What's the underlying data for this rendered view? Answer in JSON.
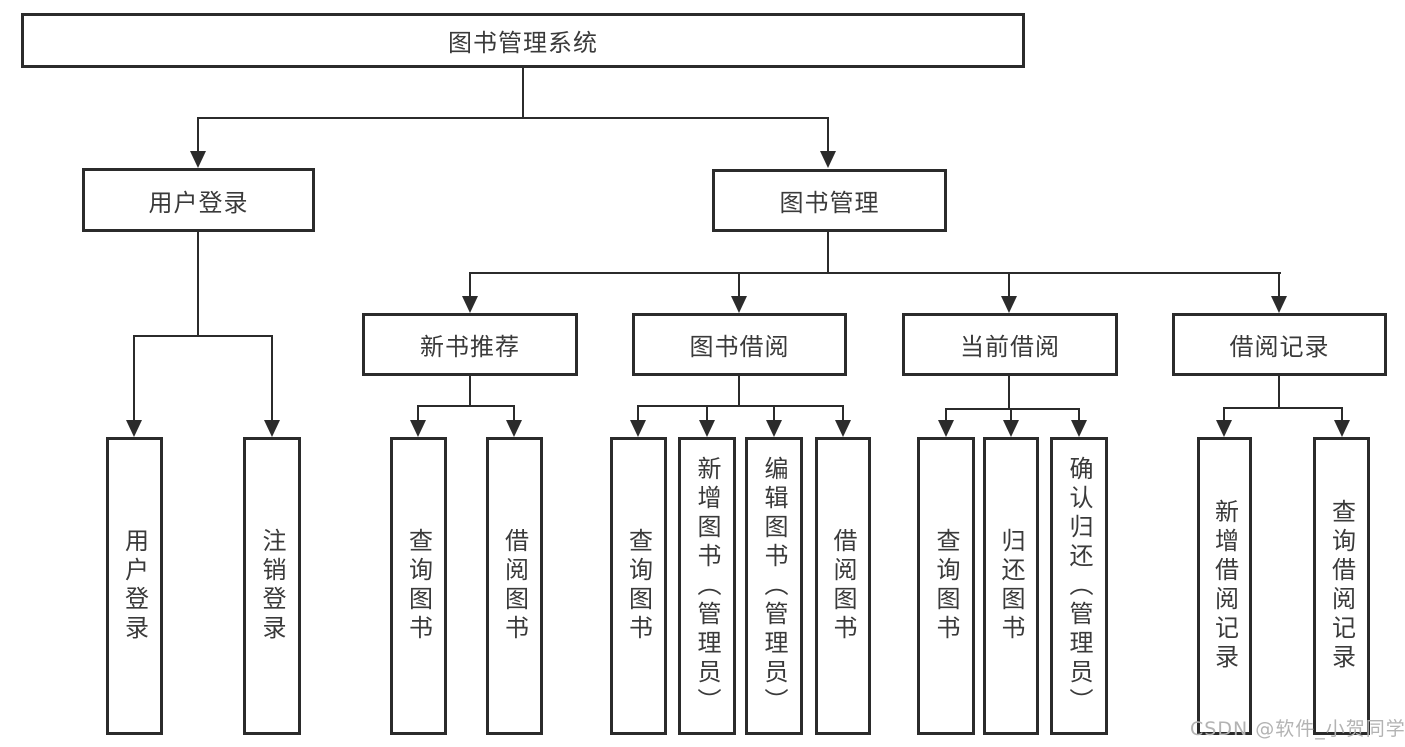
{
  "diagram_type": "hierarchy-flowchart",
  "colors": {
    "line": "#2b2b2b",
    "text": "#3a3a3a",
    "background": "#ffffff",
    "watermark": "#b3b3b3"
  },
  "tree": {
    "label": "图书管理系统",
    "children": [
      {
        "label": "用户登录",
        "children": [
          {
            "label": "用户登录"
          },
          {
            "label": "注销登录"
          }
        ]
      },
      {
        "label": "图书管理",
        "children": [
          {
            "label": "新书推荐",
            "children": [
              {
                "label": "查询图书"
              },
              {
                "label": "借阅图书"
              }
            ]
          },
          {
            "label": "图书借阅",
            "children": [
              {
                "label": "查询图书"
              },
              {
                "label": "新增图书（管理员）"
              },
              {
                "label": "编辑图书（管理员）"
              },
              {
                "label": "借阅图书"
              }
            ]
          },
          {
            "label": "当前借阅",
            "children": [
              {
                "label": "查询图书"
              },
              {
                "label": "归还图书"
              },
              {
                "label": "确认归还（管理员）"
              }
            ]
          },
          {
            "label": "借阅记录",
            "children": [
              {
                "label": "新增借阅记录"
              },
              {
                "label": "查询借阅记录"
              }
            ]
          }
        ]
      }
    ]
  },
  "watermark": {
    "text": "CSDN @软件_小贺同学"
  }
}
